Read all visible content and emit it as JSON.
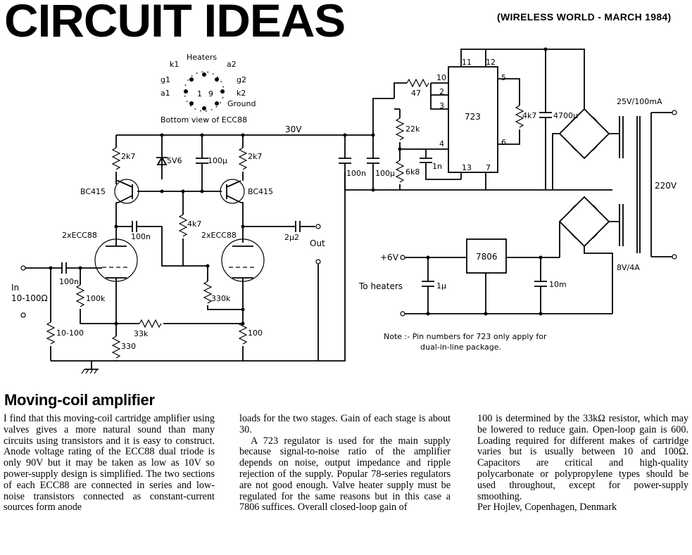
{
  "header": {
    "title": "CIRCUIT IDEAS",
    "source": "(WIRELESS WORLD - MARCH 1984)"
  },
  "schematic": {
    "valve_base": {
      "pins": [
        "Heaters",
        "k1",
        "a2",
        "g1",
        "g2",
        "a1",
        "k2",
        "Ground",
        "1",
        "9"
      ],
      "caption": "Bottom view of ECC88"
    },
    "supply": {
      "rail": "30V",
      "regulator": "723",
      "pin_numbers": [
        "11",
        "12",
        "10",
        "2",
        "3",
        "5",
        "4",
        "6",
        "13",
        "7"
      ],
      "parts": [
        "47",
        "22k",
        "6k8",
        "1n",
        "4k7",
        "4700µ",
        "100n",
        "100µ"
      ],
      "transformer": [
        "25V/100mA",
        "220V",
        "8V/4A"
      ],
      "heater_reg": "7806",
      "heater_parts": [
        "1µ",
        "10m"
      ],
      "heater_labels": [
        "+6V",
        "To heaters"
      ],
      "note_1": "Note :- Pin numbers for 723 only apply for",
      "note_2": "dual-in-line package."
    },
    "amplifier": {
      "transistor": "BC415",
      "valve": "2xECC88",
      "parts": [
        "2k7",
        "5V6",
        "100µ",
        "4k7",
        "100n",
        "100k",
        "330k",
        "33k",
        "330",
        "100",
        "10-100",
        "2µ2"
      ],
      "input_1": "In",
      "input_2": "10-100Ω",
      "output": "Out"
    }
  },
  "article": {
    "heading": "Moving-coil amplifier",
    "col1": "I find that this moving-coil cartridge amplifier using valves gives a more natural sound than many circuits using transistors and it is easy to construct. Anode voltage rating of the ECC88 dual triode is only 90V but it may be taken as low as 10V so power-supply design is simplified. The two sections of each ECC88 are connected in series and low-noise transistors connected as constant-current sources form anode",
    "col2_a": "loads for the two stages. Gain of each stage is about 30.",
    "col2_b": "A 723 regulator is used for the main supply because signal-to-noise ratio of the amplifier depends on noise, output impedance and ripple rejection of the supply. Popular 78-series regulators are not good enough. Valve heater supply must be regulated for the same reasons but in this case a 7806 suffices. Overall closed-loop gain of",
    "col3": "100 is determined by the 33kΩ resistor, which may be lowered to reduce gain. Open-loop gain is 600. Loading required for different makes of cartridge varies but is usually between 10 and 100Ω. Capacitors are critical and high-quality polycarbonate or polypropylene types should be used throughout, except for power-supply smoothing.",
    "author": "Per Hojlev, Copenhagen, Denmark"
  }
}
